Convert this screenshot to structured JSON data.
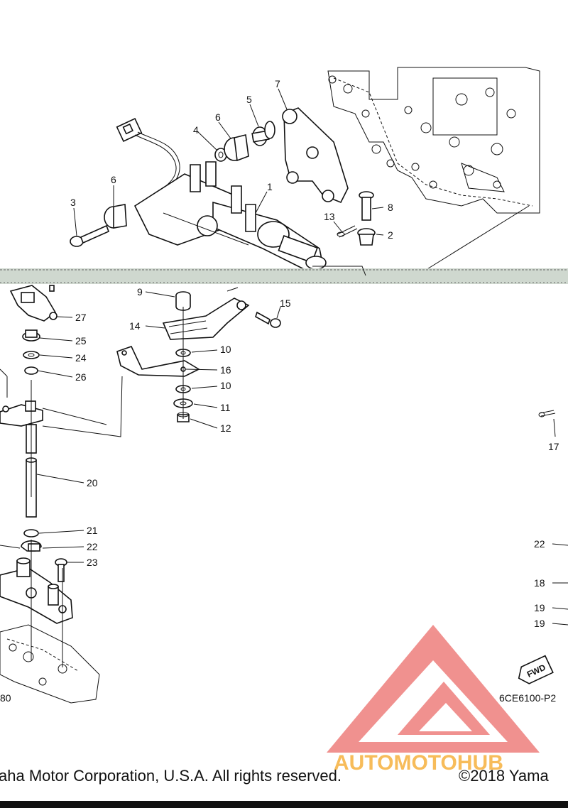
{
  "callouts": [
    {
      "id": "c1",
      "text": "1"
    },
    {
      "id": "c2",
      "text": "2"
    },
    {
      "id": "c3",
      "text": "3"
    },
    {
      "id": "c4",
      "text": "4"
    },
    {
      "id": "c5",
      "text": "5"
    },
    {
      "id": "c6a",
      "text": "6"
    },
    {
      "id": "c6b",
      "text": "6"
    },
    {
      "id": "c7",
      "text": "7"
    },
    {
      "id": "c8",
      "text": "8"
    },
    {
      "id": "c9",
      "text": "9"
    },
    {
      "id": "c10a",
      "text": "10"
    },
    {
      "id": "c10b",
      "text": "10"
    },
    {
      "id": "c11",
      "text": "11"
    },
    {
      "id": "c12",
      "text": "12"
    },
    {
      "id": "c13",
      "text": "13"
    },
    {
      "id": "c14",
      "text": "14"
    },
    {
      "id": "c15",
      "text": "15"
    },
    {
      "id": "c16",
      "text": "16"
    },
    {
      "id": "c17",
      "text": "17"
    },
    {
      "id": "c18",
      "text": "18"
    },
    {
      "id": "c19a",
      "text": "19"
    },
    {
      "id": "c19b",
      "text": "19"
    },
    {
      "id": "c20",
      "text": "20"
    },
    {
      "id": "c21",
      "text": "21"
    },
    {
      "id": "c22a",
      "text": "22"
    },
    {
      "id": "c22b",
      "text": "22"
    },
    {
      "id": "c23",
      "text": "23"
    },
    {
      "id": "c24",
      "text": "24"
    },
    {
      "id": "c25",
      "text": "25"
    },
    {
      "id": "c26",
      "text": "26"
    },
    {
      "id": "c27",
      "text": "27"
    },
    {
      "id": "c80",
      "text": "80"
    }
  ],
  "diagram_code": "6CE6100-P2",
  "fwd_label": "FWD",
  "watermark": {
    "brand": "AUTOMOTOHUB",
    "color_red": "#e53935",
    "color_orange": "#f5a623"
  },
  "copyright": {
    "left": "aha Motor Corporation, U.S.A. All rights reserved.",
    "right": "©2018 Yama"
  }
}
